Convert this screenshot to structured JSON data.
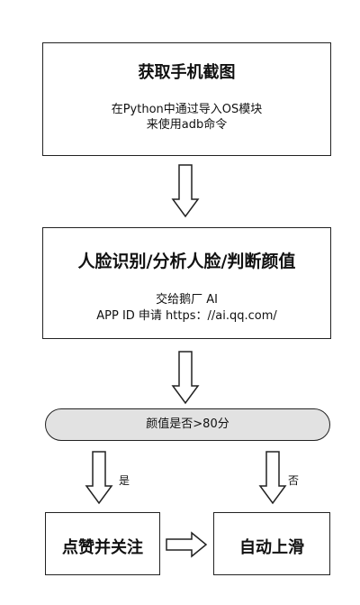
{
  "nodes": {
    "get_screenshot": {
      "title": "获取手机截图",
      "desc_lines": [
        "在Python中通过导入OS模块",
        "来使用adb命令"
      ]
    },
    "face_analysis": {
      "title": "人脸识别/分析人脸/判断颜值",
      "desc_lines": [
        "交给鹅厂 AI",
        "APP ID 申请 https：//ai.qq.com/"
      ]
    },
    "decision": {
      "label": "颜值是否>80分"
    },
    "like_follow": {
      "title": "点赞并关注"
    },
    "swipe_up": {
      "title": "自动上滑"
    }
  },
  "edges": {
    "yes_label": "是",
    "no_label": "否"
  }
}
